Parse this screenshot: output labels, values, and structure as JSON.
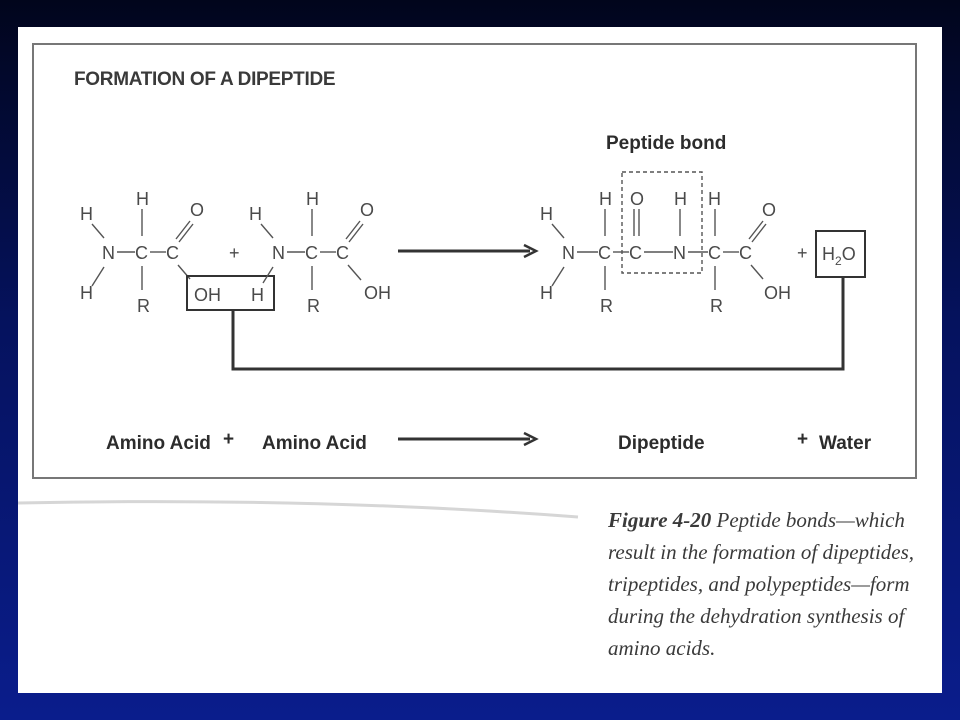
{
  "title": "FORMATION OF A DIPEPTIDE",
  "peptide_bond_label": "Peptide bond",
  "atoms": {
    "H": "H",
    "N": "N",
    "C": "C",
    "O": "O",
    "R": "R",
    "OH": "OH",
    "water_H": "H",
    "water_sub": "2",
    "water_O": "O"
  },
  "plus": "+",
  "word_equation": {
    "reactant1": "Amino Acid",
    "plus1": "+",
    "reactant2": "Amino Acid",
    "product1": "Dipeptide",
    "plus2": "+",
    "product2": "Water"
  },
  "caption": {
    "figure_number": "Figure 4-20",
    "lines": [
      "Peptide bonds—which",
      "result in the formation of dipeptides,",
      "tripeptides, and polypeptides—form",
      "during the dehydration synthesis of",
      "amino acids."
    ]
  },
  "colors": {
    "background": "#05125e",
    "panel": "#ffffff",
    "ink": "#3a3a3a"
  }
}
